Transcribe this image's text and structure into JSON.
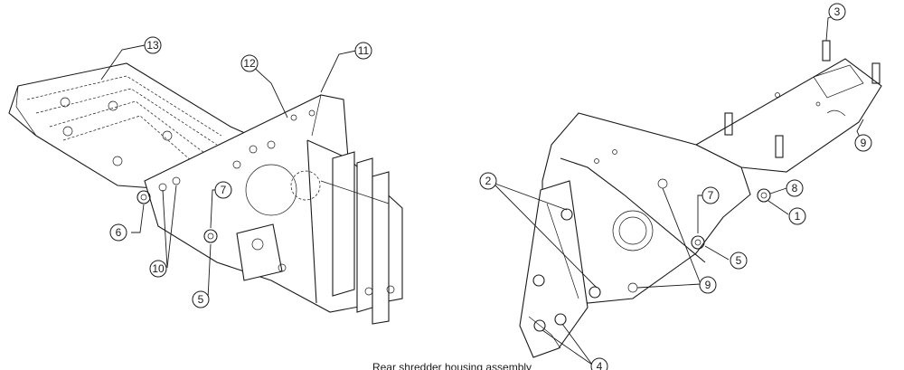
{
  "figure": {
    "caption": "Rear shredder housing assembly"
  },
  "callouts": {
    "left_view": [
      "13",
      "12",
      "11",
      "7",
      "6",
      "10",
      "5"
    ],
    "right_view": [
      "3",
      "9",
      "2",
      "7",
      "8",
      "1",
      "5",
      "9",
      "4"
    ]
  }
}
